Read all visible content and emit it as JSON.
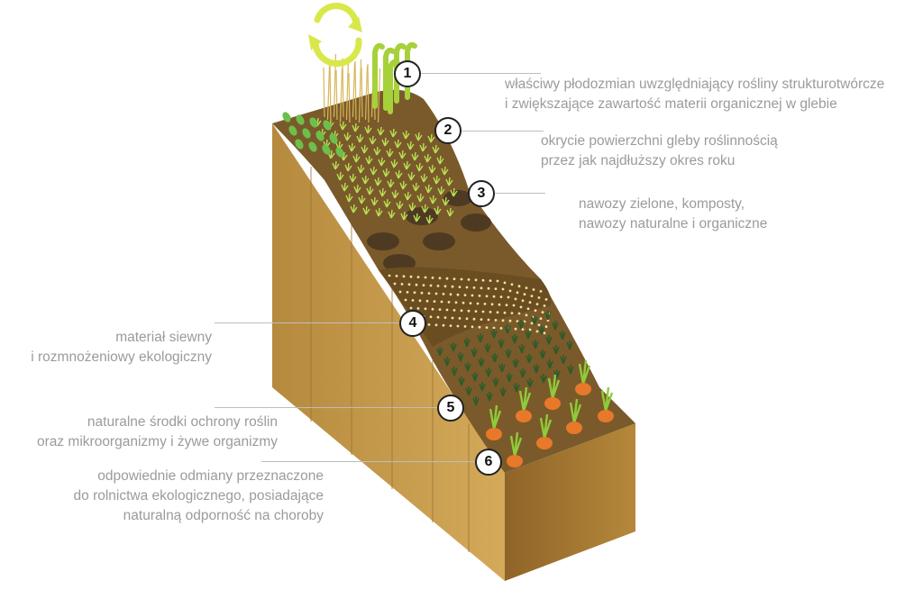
{
  "items": [
    {
      "number": "1",
      "lines": [
        "właściwy płodozmian uwzględniający rośliny strukturotwórcze",
        "i zwiększające zawartość materii organicznej w glebie"
      ]
    },
    {
      "number": "2",
      "lines": [
        "okrycie powierzchni gleby roślinnością",
        "przez jak najdłuższy okres roku"
      ]
    },
    {
      "number": "3",
      "lines": [
        "nawozy zielone, komposty,",
        "nawozy naturalne i organiczne"
      ]
    },
    {
      "number": "4",
      "lines": [
        "materiał siewny",
        "i rozmnożeniowy ekologiczny"
      ]
    },
    {
      "number": "5",
      "lines": [
        "naturalne środki ochrony roślin",
        "oraz mikroorganizmy i żywe organizmy"
      ]
    },
    {
      "number": "6",
      "lines": [
        "odpowiednie odmiany przeznaczone",
        "do rolnictwa ekologicznego, posiadające",
        "naturalną odporność na choroby"
      ]
    }
  ],
  "colors": {
    "soil_top": "#7a5a2a",
    "soil_side": "#c49a4a",
    "soil_front": "#a67a34",
    "crop_green": "#a6d13a",
    "cycle_arrows": "#d8e84a",
    "carrot": "#e8782a",
    "label_text": "#9b9b9b"
  },
  "icons": [
    "crop-rotation-cycle-icon"
  ]
}
